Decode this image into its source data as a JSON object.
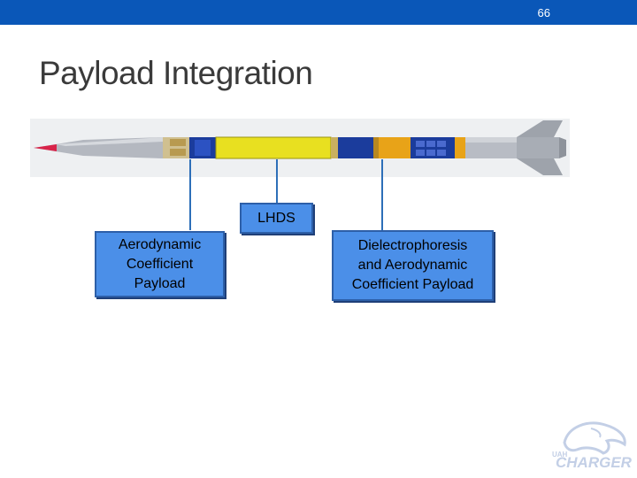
{
  "slide": {
    "number": "66",
    "title": "Payload Integration"
  },
  "callouts": {
    "left": {
      "line1": "Aerodynamic",
      "line2": "Coefficient",
      "line3": "Payload"
    },
    "center": {
      "text": "LHDS"
    },
    "right": {
      "line1": "Dielectrophoresis",
      "line2": "and Aerodynamic",
      "line3": "Coefficient Payload"
    }
  },
  "logo": {
    "text": "CHARGERS",
    "small_text": "UAH"
  },
  "colors": {
    "header_bar": "#0a57b8",
    "callout_fill": "#4b8fe8",
    "callout_border": "#2d5fa8",
    "lhds_section": "#e8e020",
    "rocket_body": "#b8bcc4",
    "nose_tip": "#d8244a"
  }
}
